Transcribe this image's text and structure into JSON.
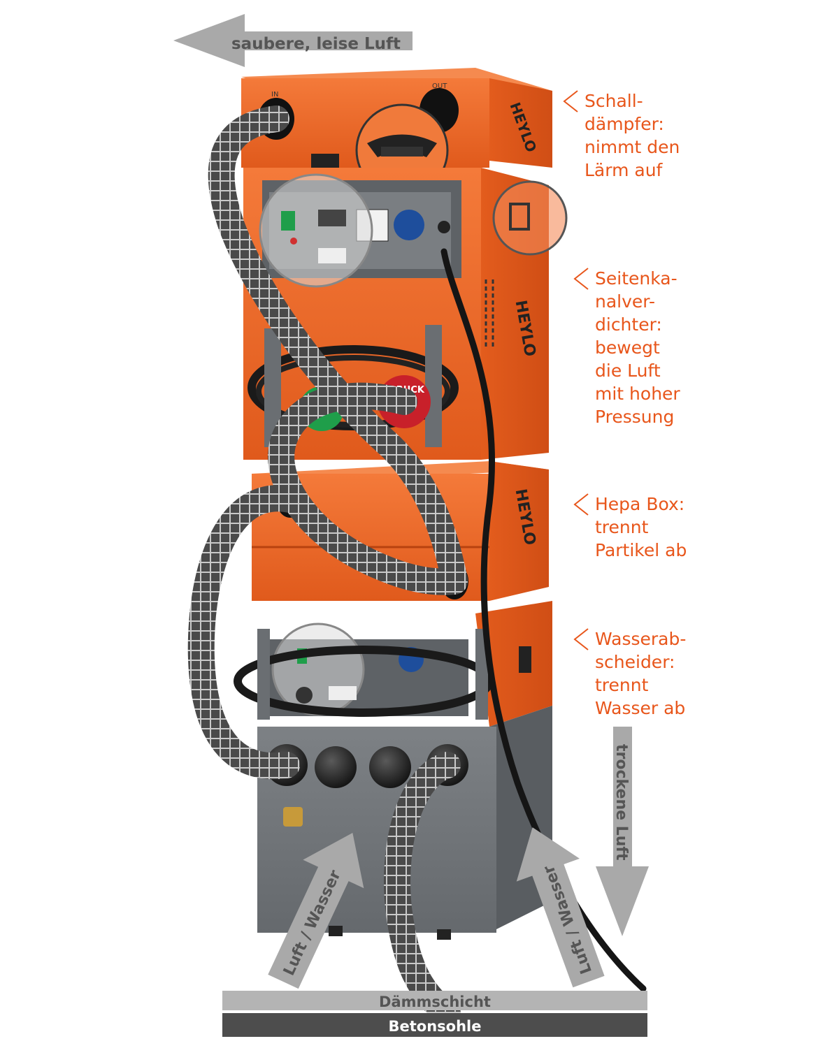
{
  "colors": {
    "accent": "#e8561b",
    "arrow": "#a9a9a9",
    "insulation": "#b4b4b4",
    "concrete": "#4d4d4d",
    "orange_body": "#f26522",
    "grey_body": "#6e7377"
  },
  "arrows": {
    "top": "saubere, leise Luft",
    "right": "trockene Luft",
    "bottom_left": "Luft / Wasser",
    "bottom_right": "Luft / Wasser"
  },
  "layers": {
    "insulation": "Dämmschicht",
    "concrete": "Betonsohle"
  },
  "annotations": [
    {
      "lines": [
        "Schall-",
        "dämpfer:",
        "nimmt den",
        "Lärm auf"
      ]
    },
    {
      "lines": [
        "Seitenka-",
        "nalver-",
        "dichter:",
        "bewegt",
        "die Luft",
        "mit hoher",
        "Pressung"
      ]
    },
    {
      "lines": [
        "Hepa Box:",
        "trennt",
        "Partikel ab"
      ]
    },
    {
      "lines": [
        "Wasserab-",
        "scheider:",
        "trennt",
        "Wasser ab"
      ]
    }
  ],
  "device": {
    "brand": "HEYLO",
    "port_in": "IN",
    "port_out": "OUT",
    "label_druck": "DRUCK"
  },
  "icons": [
    "chevron-left-icon",
    "arrow-left-icon",
    "arrow-down-icon",
    "arrow-up-icon"
  ]
}
